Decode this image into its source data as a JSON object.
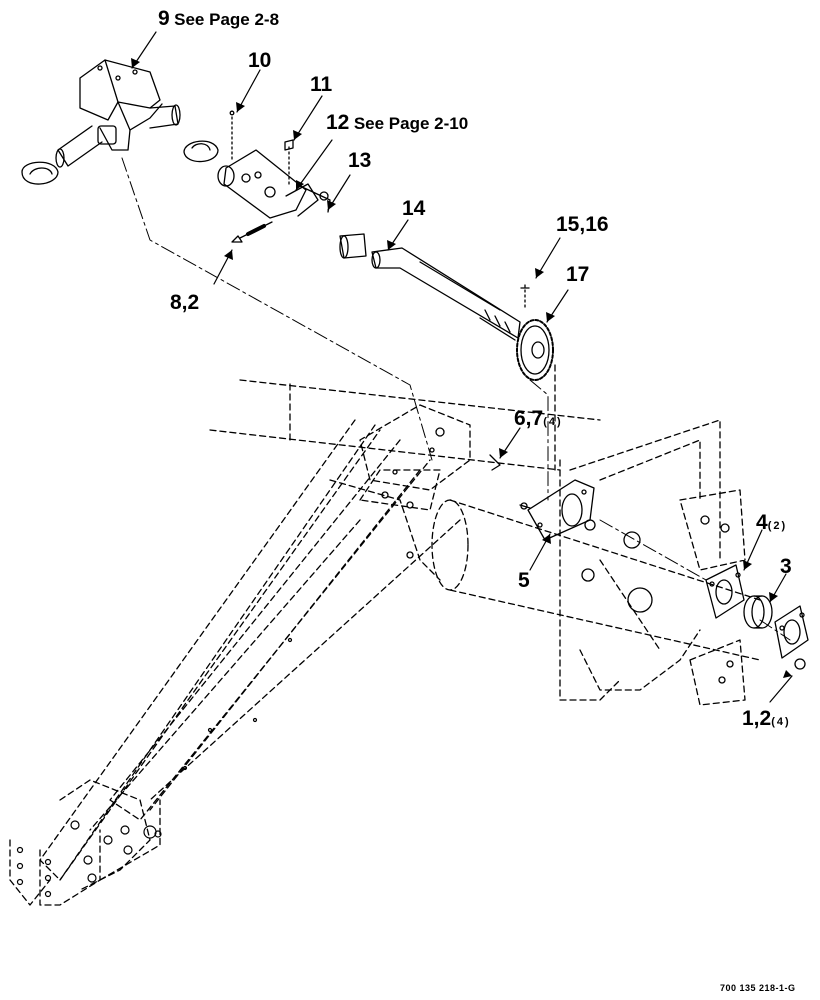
{
  "callouts": {
    "c9": {
      "num": "9",
      "note": "See Page 2-8"
    },
    "c10": {
      "num": "10"
    },
    "c11": {
      "num": "11"
    },
    "c12": {
      "num": "12",
      "note": "See Page 2-10"
    },
    "c13": {
      "num": "13"
    },
    "c14": {
      "num": "14"
    },
    "c15": {
      "num": "15,16"
    },
    "c17": {
      "num": "17"
    },
    "c8": {
      "num": "8,2"
    },
    "c6": {
      "num": "6,7",
      "qty": "(4)"
    },
    "c4": {
      "num": "4",
      "qty": "(2)"
    },
    "c3": {
      "num": "3"
    },
    "c5": {
      "num": "5"
    },
    "c1": {
      "num": "1,2",
      "qty": "(4)"
    }
  },
  "drawing_number": "700 135 218-1-G"
}
